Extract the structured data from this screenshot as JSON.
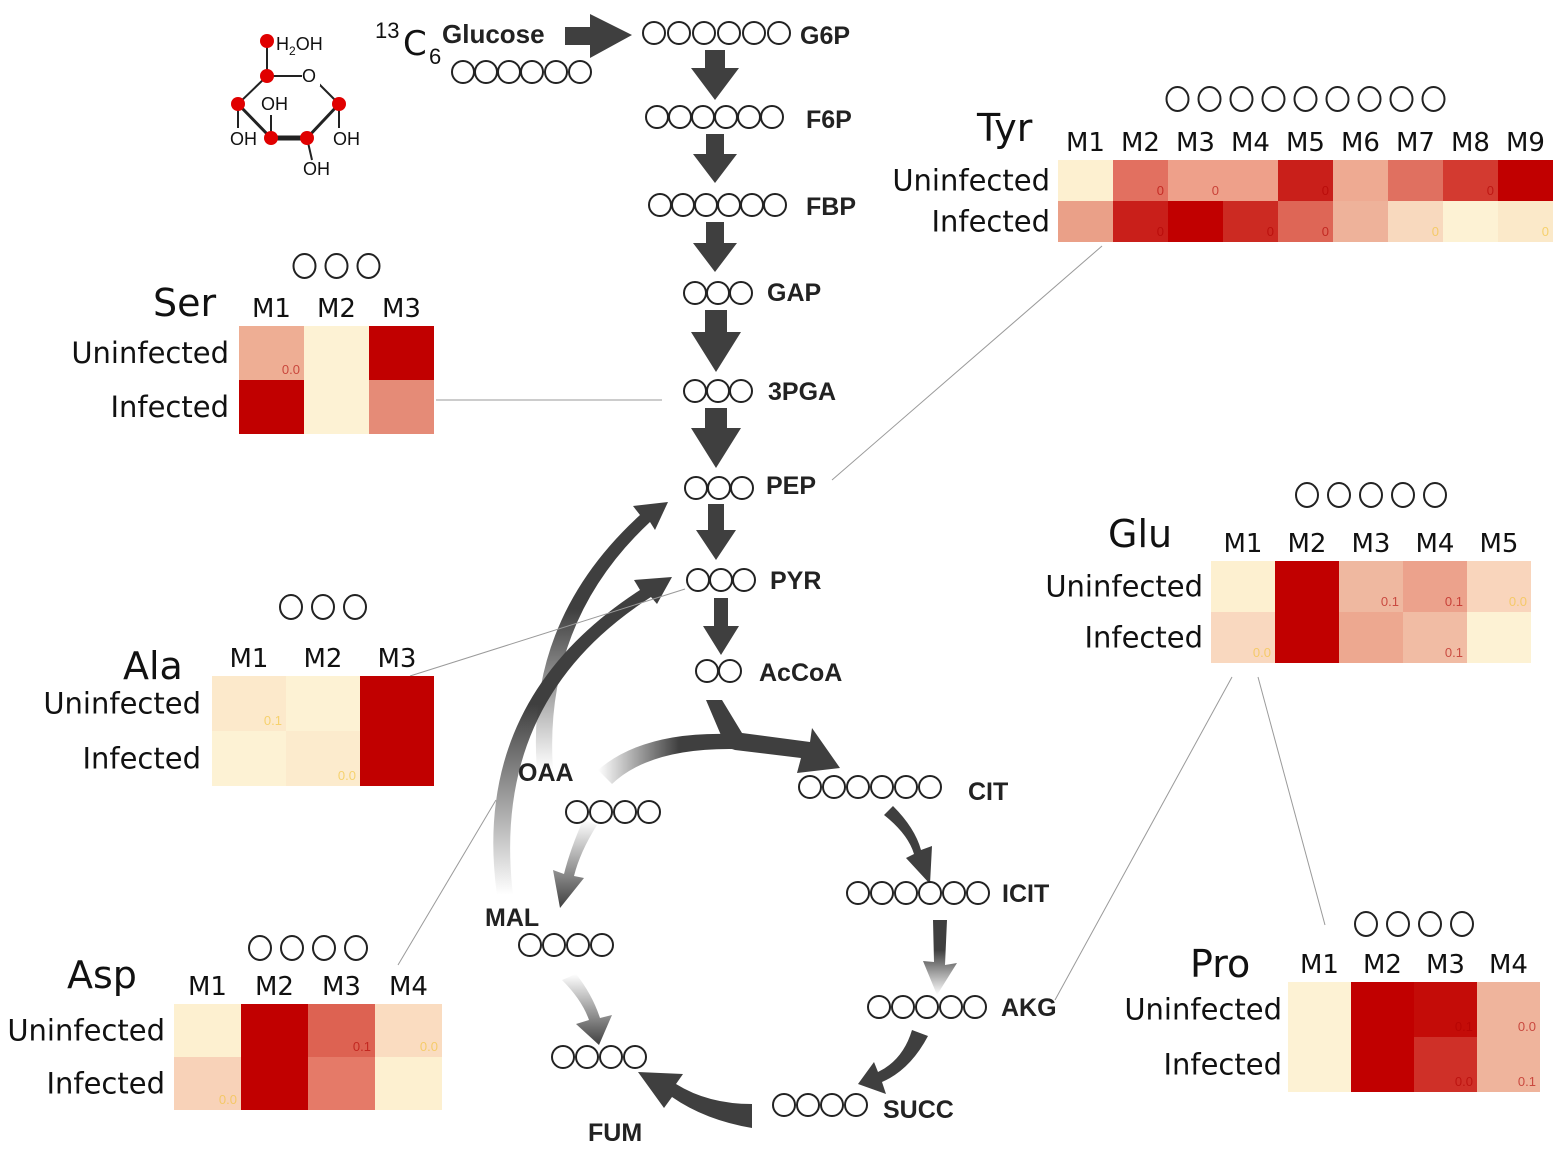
{
  "glucose": {
    "superscript": "13",
    "c": "C",
    "subscript": "6",
    "name": "Glucose",
    "structure_labels": {
      "ch2oh_h": "H",
      "ch2oh_sub": "2",
      "ch2oh_oh": "OH",
      "ring_o": "O",
      "oh1": "OH",
      "oh2": "OH",
      "oh3": "OH",
      "oh4": "OH"
    }
  },
  "metabolites": [
    {
      "id": "g6p",
      "label": "G6P",
      "carbons": 6
    },
    {
      "id": "f6p",
      "label": "F6P",
      "carbons": 6
    },
    {
      "id": "fbp",
      "label": "FBP",
      "carbons": 6
    },
    {
      "id": "gap",
      "label": "GAP",
      "carbons": 3
    },
    {
      "id": "3pga",
      "label": "3PGA",
      "carbons": 3
    },
    {
      "id": "pep",
      "label": "PEP",
      "carbons": 3
    },
    {
      "id": "pyr",
      "label": "PYR",
      "carbons": 3
    },
    {
      "id": "acoa",
      "label": "AcCoA",
      "carbons": 2
    },
    {
      "id": "cit",
      "label": "CIT",
      "carbons": 6
    },
    {
      "id": "icit",
      "label": "ICIT",
      "carbons": 6
    },
    {
      "id": "akg",
      "label": "AKG",
      "carbons": 5
    },
    {
      "id": "succ",
      "label": "SUCC",
      "carbons": 4
    },
    {
      "id": "fum",
      "label": "FUM",
      "carbons": 4
    },
    {
      "id": "mal",
      "label": "MAL",
      "carbons": 4
    },
    {
      "id": "oaa",
      "label": "OAA",
      "carbons": 4
    }
  ],
  "heatmaps": [
    {
      "id": "ser",
      "title": "Ser",
      "carbons": 3,
      "columns": [
        "M1",
        "M2",
        "M3"
      ],
      "rows": [
        {
          "label": "Uninfected",
          "colors": [
            "#eeae94",
            "#fdf2d4",
            "#c10000"
          ],
          "values": [
            "0.0",
            "",
            ""
          ]
        },
        {
          "label": "Infected",
          "colors": [
            "#c10000",
            "#fdf2d4",
            "#e58b77"
          ],
          "values": [
            "",
            "",
            ""
          ]
        }
      ]
    },
    {
      "id": "tyr",
      "title": "Tyr",
      "carbons": 9,
      "columns": [
        "M1",
        "M2",
        "M3",
        "M4",
        "M5",
        "M6",
        "M7",
        "M8",
        "M9"
      ],
      "rows": [
        {
          "label": "Uninfected",
          "colors": [
            "#fdf0d0",
            "#e27060",
            "#eea08a",
            "#eea08a",
            "#c91f1a",
            "#eeaa92",
            "#e07060",
            "#d33a30",
            "#c10000"
          ],
          "values": [
            "",
            "0",
            "0",
            "",
            "0",
            "",
            "",
            "0",
            ""
          ]
        },
        {
          "label": "Infected",
          "colors": [
            "#eaa088",
            "#c91f1a",
            "#c10000",
            "#cc2a22",
            "#de6656",
            "#eeb29a",
            "#f8d9be",
            "#fdf2d4",
            "#fbe9c9"
          ],
          "values": [
            "",
            "0",
            "",
            "0",
            "0",
            "",
            "0",
            "",
            "0"
          ]
        }
      ]
    },
    {
      "id": "glu",
      "title": "Glu",
      "carbons": 5,
      "columns": [
        "M1",
        "M2",
        "M3",
        "M4",
        "M5"
      ],
      "rows": [
        {
          "label": "Uninfected",
          "colors": [
            "#fdf0d0",
            "#c10000",
            "#efb8a0",
            "#eca28c",
            "#f9d5bc"
          ],
          "values": [
            "",
            "",
            "0.1",
            "0.1",
            "0.0"
          ]
        },
        {
          "label": "Infected",
          "colors": [
            "#f9d8bf",
            "#c10000",
            "#eda890",
            "#f1bca4",
            "#fdf2d4"
          ],
          "values": [
            "0.0",
            "",
            "",
            "0.1",
            ""
          ]
        }
      ]
    },
    {
      "id": "ala",
      "title": "Ala",
      "carbons": 3,
      "columns": [
        "M1",
        "M2",
        "M3"
      ],
      "rows": [
        {
          "label": "Uninfected",
          "colors": [
            "#fce9cb",
            "#fdf2d4",
            "#c10000"
          ],
          "values": [
            "0.1",
            "",
            ""
          ]
        },
        {
          "label": "Infected",
          "colors": [
            "#fdf2d4",
            "#fcebcd",
            "#c10000"
          ],
          "values": [
            "",
            "0.0",
            ""
          ]
        }
      ]
    },
    {
      "id": "asp",
      "title": "Asp",
      "carbons": 4,
      "columns": [
        "M1",
        "M2",
        "M3",
        "M4"
      ],
      "rows": [
        {
          "label": "Uninfected",
          "colors": [
            "#fdf0d0",
            "#c10000",
            "#dd6252",
            "#fadcc0"
          ],
          "values": [
            "",
            "",
            "0.1",
            "0.0"
          ]
        },
        {
          "label": "Infected",
          "colors": [
            "#f8d2b8",
            "#c10000",
            "#e57a68",
            "#fdf0d0"
          ],
          "values": [
            "0.0",
            "",
            "",
            ""
          ]
        }
      ]
    },
    {
      "id": "pro",
      "title": "Pro",
      "carbons": 4,
      "columns": [
        "M1",
        "M2",
        "M3",
        "M4"
      ],
      "rows": [
        {
          "label": "Uninfected",
          "colors": [
            "#fdf2d4",
            "#c10000",
            "#c40c08",
            "#efb49c"
          ],
          "values": [
            "",
            "",
            "0.1",
            "0.0"
          ]
        },
        {
          "label": "Infected",
          "colors": [
            "#fdf2d4",
            "#c10000",
            "#cf3028",
            "#efb49c"
          ],
          "values": [
            "",
            "",
            "0.0",
            "0.1"
          ]
        }
      ]
    }
  ]
}
